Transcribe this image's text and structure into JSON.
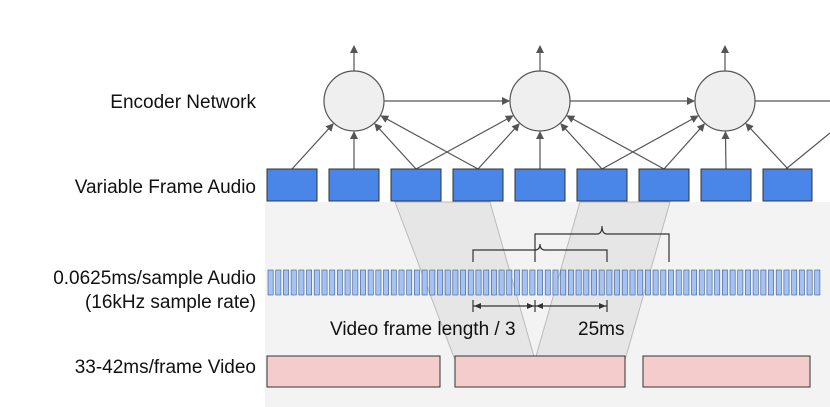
{
  "labels": {
    "encoder": "Encoder Network",
    "variable_frame": "Variable Frame Audio",
    "sample_audio_line1": "0.0625ms/sample Audio",
    "sample_audio_line2": "(16kHz sample rate)",
    "video": "33-42ms/frame Video"
  },
  "annotations": {
    "video_third": "Video frame length / 3",
    "ms25": "25ms"
  },
  "colors": {
    "node_fill": "#efefef",
    "node_stroke": "#555555",
    "frame_fill": "#4a86e8",
    "frame_stroke": "#333333",
    "sample_fill": "#a4c2f4",
    "video_fill": "#f4cccc",
    "region": "#f3f3f3",
    "trapezoid": "#e6e6e6"
  }
}
